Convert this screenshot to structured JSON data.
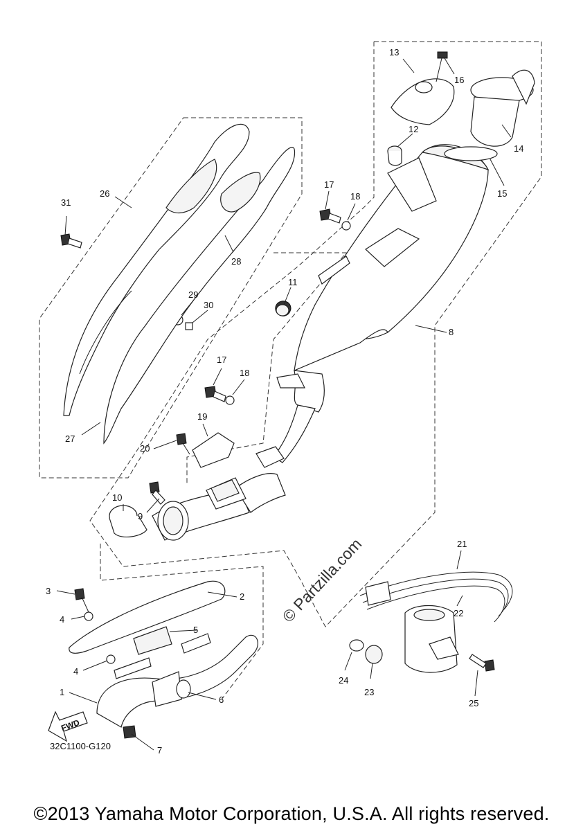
{
  "diagram": {
    "callouts": [
      "1",
      "2",
      "3",
      "4",
      "4",
      "5",
      "6",
      "7",
      "8",
      "9",
      "10",
      "11",
      "12",
      "13",
      "14",
      "15",
      "16",
      "17",
      "17",
      "18",
      "18",
      "19",
      "20",
      "21",
      "22",
      "23",
      "24",
      "25",
      "26",
      "27",
      "28",
      "29",
      "30",
      "31"
    ],
    "reference_code": "32C1100-G120",
    "fwd_label": "FWD",
    "watermark": "© Partzilla.com"
  },
  "footer": {
    "copyright": "©2013 Yamaha Motor Corporation, U.S.A. All rights reserved."
  }
}
